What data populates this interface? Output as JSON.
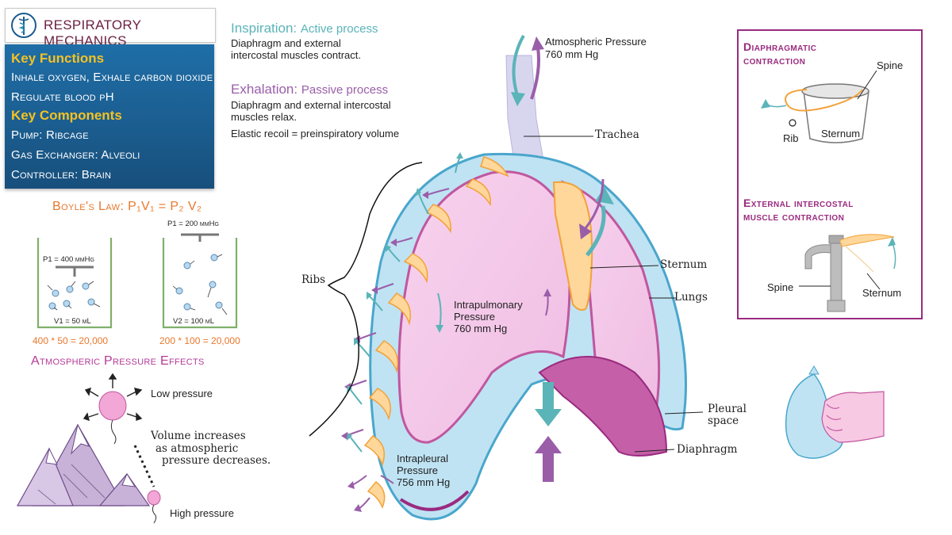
{
  "header": {
    "title": "RESPIRATORY MECHANICS",
    "logo_icon": "caduceus-icon"
  },
  "key_box": {
    "functions_heading": "Key Functions",
    "functions": [
      "Inhale oxygen, Exhale carbon dioxide",
      "Regulate blood pH"
    ],
    "components_heading": "Key Components",
    "components": [
      "Pump: Ribcage",
      "Gas Exchanger: Alveoli",
      "Controller: Brain"
    ]
  },
  "boyle": {
    "title": "Boyle's Law: P₁V₁ = P₂ V₂",
    "left": {
      "pressure": "P1 = 400 mmHg",
      "volume": "V1 = 50 mL",
      "calc": "400 * 50 = 20,000"
    },
    "right": {
      "pressure": "P1 = 200 mmHg",
      "volume": "V2 = 100 mL",
      "calc": "200 * 100 = 20,000"
    }
  },
  "atmospheric_effects": {
    "title": "Atmospheric Pressure Effects",
    "low": "Low pressure",
    "note": [
      "Volume increases",
      "as atmospheric",
      "pressure decreases."
    ],
    "high": "High pressure"
  },
  "inspiration": {
    "label": "Inspiration:",
    "type": "Active process",
    "desc": [
      "Diaphragm and external",
      "intercostal muscles contract."
    ]
  },
  "exhalation": {
    "label": "Exhalation:",
    "type": "Passive process",
    "desc": [
      "Diaphragm and external intercostal",
      "muscles relax."
    ],
    "recoil": "Elastic recoil = preinspiratory volume"
  },
  "lung_labels": {
    "atmospheric": [
      "Atmospheric Pressure",
      "760 mm Hg"
    ],
    "trachea": "Trachea",
    "ribs": "Ribs",
    "sternum": "Sternum",
    "lungs": "Lungs",
    "intrapulmonary": [
      "Intrapulmonary",
      "Pressure",
      "760 mm Hg"
    ],
    "pleural": [
      "Pleural",
      "space"
    ],
    "diaphragm": "Diaphragm",
    "intrapleural": [
      "Intrapleural",
      "Pressure",
      "756 mm Hg"
    ]
  },
  "inset": {
    "diaphragmatic": [
      "Diaphragmatic",
      "contraction"
    ],
    "spine": "Spine",
    "rib": "Rib",
    "sternum": "Sternum",
    "external": [
      "External intercostal",
      "muscle contraction"
    ],
    "spine2": "Spine",
    "sternum2": "Sternum"
  },
  "colors": {
    "teal": "#5ab4b8",
    "purple": "#9a5ea9",
    "magenta": "#b43a97",
    "navy": "#1b5c8e",
    "gold": "#f4c223",
    "orange": "#e8782b"
  }
}
